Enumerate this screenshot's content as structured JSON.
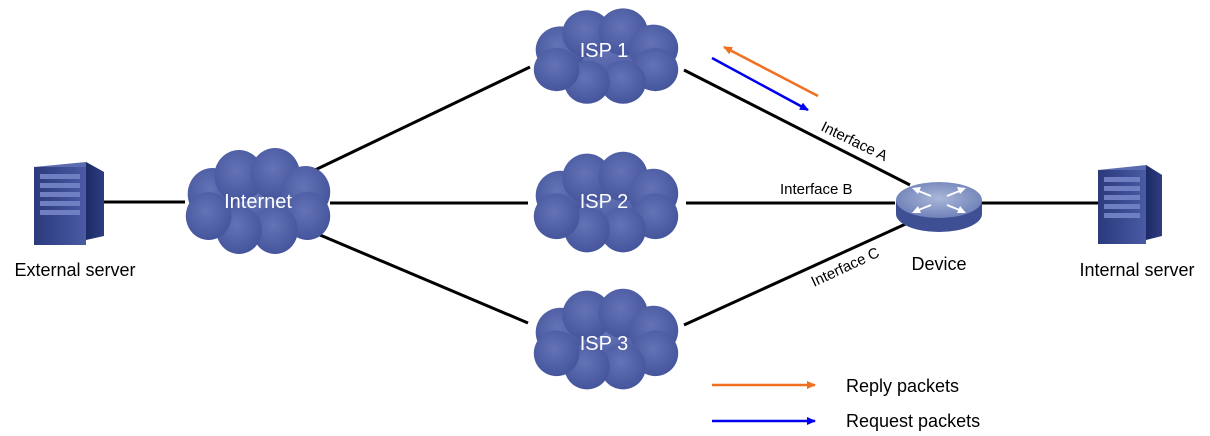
{
  "nodes": {
    "external_server": "External server",
    "internet": "Internet",
    "isp1": "ISP 1",
    "isp2": "ISP 2",
    "isp3": "ISP 3",
    "device": "Device",
    "internal_server": "Internal server"
  },
  "interfaces": {
    "a": "Interface A",
    "b": "Interface B",
    "c": "Interface C"
  },
  "legend": {
    "reply": "Reply packets",
    "request": "Request packets"
  },
  "colors": {
    "cloud": "#4f5fa3",
    "reply_arrow": "#f07020",
    "request_arrow": "#0000ee",
    "link": "#000000"
  }
}
